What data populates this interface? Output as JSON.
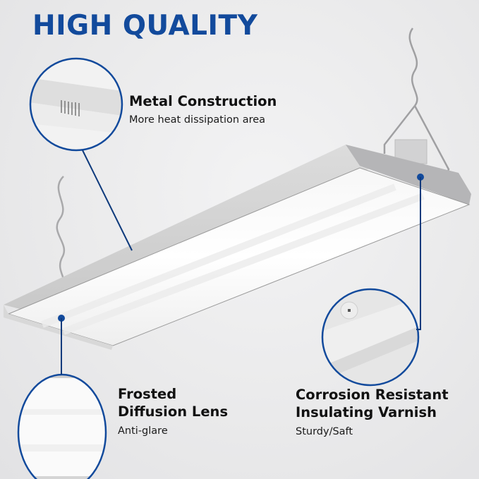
{
  "headline": "HIGH QUALITY",
  "colors": {
    "accent": "#124a9c",
    "callout_line": "#0e3a7c",
    "background": "#ececed",
    "text": "#111111"
  },
  "features": [
    {
      "id": "metal-construction",
      "title": "Metal Construction",
      "subtitle": "More heat dissipation area"
    },
    {
      "id": "frosted-lens",
      "title_line1": "Frosted",
      "title_line2": "Diffusion Lens",
      "subtitle": "Anti-glare"
    },
    {
      "id": "corrosion-resistant",
      "title_line1": "Corrosion Resistant",
      "title_line2": "Insulating Varnish",
      "subtitle": "Sturdy/Saft"
    }
  ]
}
